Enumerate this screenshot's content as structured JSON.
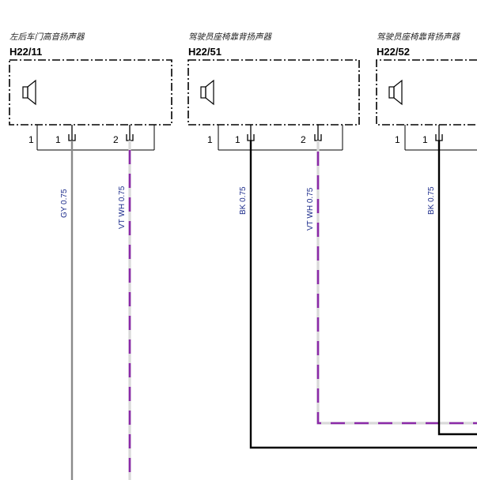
{
  "components": [
    {
      "name": "左后车门高音扬声器",
      "id": "H22/11",
      "pins": [
        "1",
        "1",
        "2"
      ],
      "wires": [
        {
          "label": "GY  0.75",
          "color": "gray"
        },
        {
          "label": "VT WH 0.75",
          "color": "violet-white"
        }
      ]
    },
    {
      "name": "驾驶员座椅靠背扬声器",
      "id": "H22/51",
      "pins": [
        "1",
        "1",
        "2"
      ],
      "wires": [
        {
          "label": "BK  0.75",
          "color": "black"
        },
        {
          "label": "VT WH 0.75",
          "color": "violet-white"
        }
      ]
    },
    {
      "name": "驾驶员座椅靠背扬声器",
      "id": "H22/52",
      "pins": [
        "1",
        "1"
      ],
      "wires": [
        {
          "label": "BK  0.75",
          "color": "black"
        }
      ]
    }
  ],
  "colors": {
    "gray": "#8a8a8a",
    "violet": "#8b2aa8",
    "black": "#000000",
    "label": "#1a2a8a"
  }
}
